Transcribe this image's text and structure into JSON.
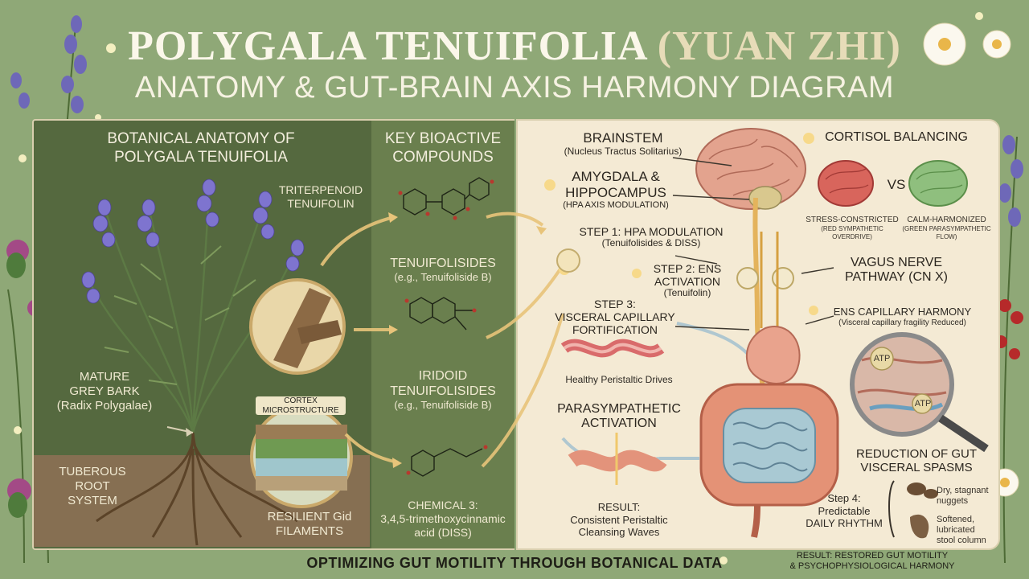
{
  "title": {
    "main": "POLYGALA TENUIFOLIA",
    "paren": "(YUAN ZHI)",
    "subtitle": "ANATOMY & GUT-BRAIN AXIS HARMONY DIAGRAM"
  },
  "left": {
    "heading_1": "BOTANICAL ANATOMY OF",
    "heading_2": "POLYGALA TENUIFOLIA",
    "triterpenoid_1": "TRITERPENOID",
    "triterpenoid_2": "TENUIFOLIN",
    "bark_1": "MATURE",
    "bark_2": "GREY BARK",
    "bark_3": "(Radix Polygalae)",
    "cortex_1": "CORTEX",
    "cortex_2": "MICROSTRUCTURE",
    "root_1": "TUBEROUS",
    "root_2": "ROOT",
    "root_3": "SYSTEM",
    "filaments_1": "RESILIENT Gid",
    "filaments_2": "FILAMENTS"
  },
  "middle": {
    "heading_1": "KEY BIOACTIVE",
    "heading_2": "COMPOUNDS",
    "c1_1": "TENUIFOLISIDES",
    "c1_2": "(e.g., Tenuifoliside B)",
    "c2_1": "IRIDOID",
    "c2_2": "TENUIFOLISIDES",
    "c2_3": "(e.g., Tenuifoliside B)",
    "c3_1": "CHEMICAL 3:",
    "c3_2": "3,4,5-trimethoxycinnamic",
    "c3_3": "acid (DISS)"
  },
  "right": {
    "brainstem_1": "BRAINSTEM",
    "brainstem_2": "(Nucleus Tractus Solitarius)",
    "amygdala_1": "AMYGDALA &",
    "amygdala_2": "HIPPOCAMPUS",
    "amygdala_3": "(HPA AXIS MODULATION)",
    "step1_1": "STEP 1: HPA MODULATION",
    "step1_2": "(Tenuifolisides & DISS)",
    "step2_1": "STEP 2: ENS",
    "step2_2": "ACTIVATION",
    "step2_3": "(Tenuifolin)",
    "step3_1": "STEP 3:",
    "step3_2": "VISCERAL CAPILLARY",
    "step3_3": "FORTIFICATION",
    "peristaltic": "Healthy Peristaltic Drives",
    "para_1": "PARASYMPATHETIC",
    "para_2": "ACTIVATION",
    "result_1": "RESULT:",
    "result_2": "Consistent Peristaltic",
    "result_3": "Cleansing Waves",
    "cortisol": "CORTISOL BALANCING",
    "vs": "VS",
    "stress_1": "STRESS-CONSTRICTED",
    "stress_2": "(RED SYMPATHETIC OVERDRIVE)",
    "calm_1": "CALM-HARMONIZED",
    "calm_2": "(GREEN PARASYMPATHETIC",
    "calm_3": "FLOW)",
    "vagus_1": "VAGUS NERVE",
    "vagus_2": "PATHWAY (CN X)",
    "ens_1": "ENS CAPILLARY HARMONY",
    "ens_2": "(Visceral capillary fragility Reduced)",
    "atp": "ATP",
    "spasms_1": "REDUCTION OF GUT",
    "spasms_2": "VISCERAL SPASMS",
    "step4_1": "Step 4:",
    "step4_2": "Predictable",
    "step4_3": "DAILY RHYTHM",
    "dry_1": "Dry, stagnant",
    "dry_2": "nuggets",
    "soft_1": "Softened,",
    "soft_2": "lubricated",
    "soft_3": "stool column"
  },
  "footer": "OPTIMIZING GUT MOTILITY THROUGH BOTANICAL DATA",
  "result_footer_1": "RESULT: RESTORED GUT MOTILITY",
  "result_footer_2": "& PSYCHOPHYSIOLOGICAL HARMONY",
  "colors": {
    "background": "#8fa877",
    "left_panel": "#55693f",
    "right_panel": "#f4ead4",
    "lavender": "#7b6fc4",
    "arrow_gold": "#e8c47a"
  }
}
